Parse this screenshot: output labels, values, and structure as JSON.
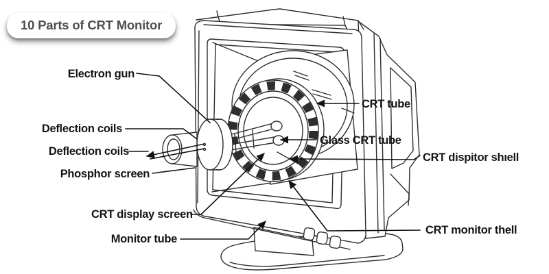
{
  "title": {
    "badge_label": "10 Parts of CRT Monitor"
  },
  "diagram": {
    "labels": [
      {
        "id": "electron-gun",
        "text": "Electron gun"
      },
      {
        "id": "deflection-coils-1",
        "text": "Deflection coils"
      },
      {
        "id": "deflection-coils-2",
        "text": "Deflection coils"
      },
      {
        "id": "phosphor-screen",
        "text": "Phosphor screen"
      },
      {
        "id": "crt-display-screen",
        "text": "CRT display screen"
      },
      {
        "id": "monitor-tube",
        "text": "Monitor tube"
      },
      {
        "id": "crt-tube",
        "text": "CRT tube"
      },
      {
        "id": "glass-crt-tube",
        "text": "Glass CRT tube"
      },
      {
        "id": "crt-dispitor-shell",
        "text": "CRT dispitor shıell"
      },
      {
        "id": "crt-monitor-thell",
        "text": "CRT monitor thell"
      }
    ],
    "colors": {
      "background": "#ffffff",
      "line_art": "#2e2e2e",
      "leader_lines": "#111111",
      "label_text": "#141414",
      "title_text": "#4f4f4f",
      "badge_background": "#ffffff"
    }
  }
}
